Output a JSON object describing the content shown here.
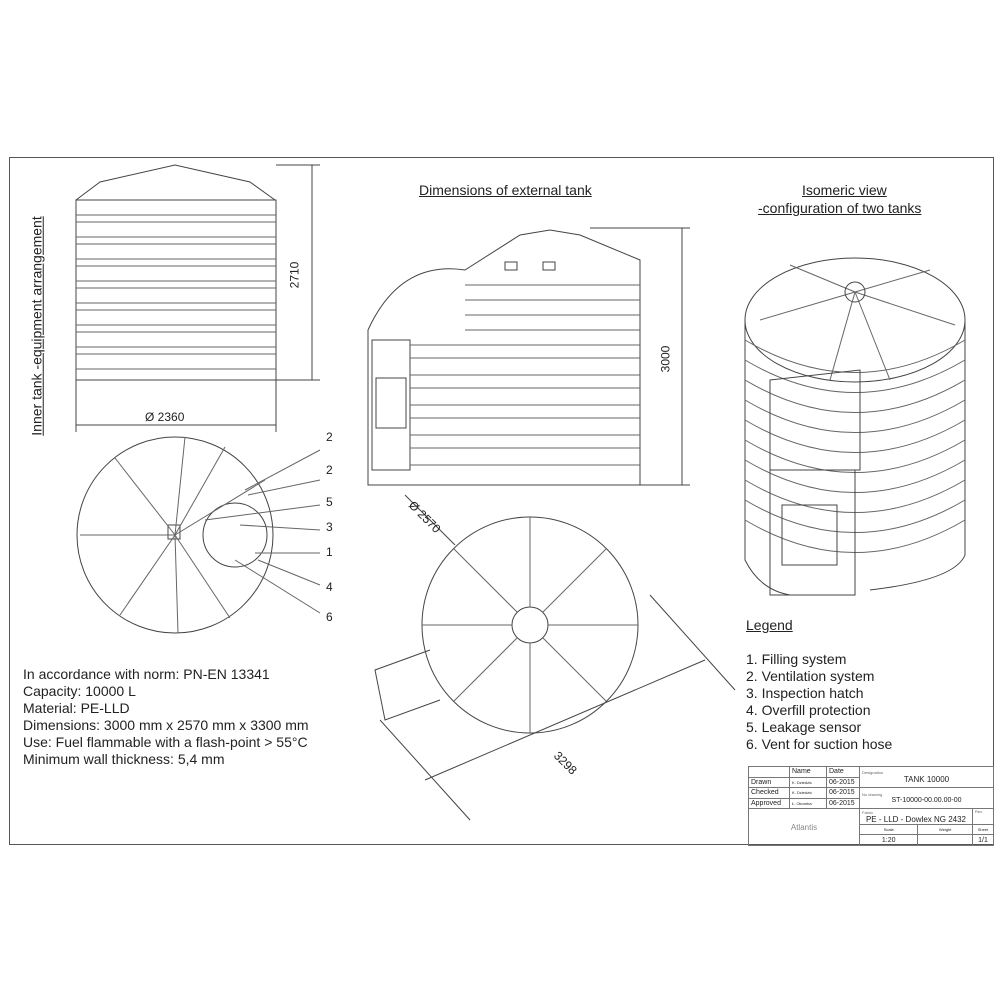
{
  "views": {
    "inner_tank_label": "Inner tank -equipment arrangement",
    "external_title": "Dimensions of external tank",
    "isometric_title_1": "Isomeric view",
    "isometric_title_2": "-configuration of two tanks"
  },
  "dimensions": {
    "inner_height": "2710",
    "inner_diameter": "Ø 2360",
    "external_height": "3000",
    "external_diameter": "Ø 2570",
    "external_length": "3298"
  },
  "callouts": [
    "2",
    "2",
    "5",
    "3",
    "1",
    "4",
    "6"
  ],
  "specs": [
    "In accordance with norm: PN-EN 13341",
    "Capacity: 10000 L",
    "Material: PE-LLD",
    "Dimensions: 3000 mm x 2570 mm x 3300 mm",
    "Use: Fuel flammable with a flash-point > 55°C",
    "Minimum wall thickness: 5,4 mm"
  ],
  "legend": {
    "title": "Legend",
    "items": [
      "1. Filling system",
      "2. Ventilation system",
      "3. Inspection hatch",
      "4. Overfill protection",
      "5. Leakage sensor",
      "6. Vent for suction hose"
    ]
  },
  "title_block": {
    "col_name": "Name",
    "col_date": "Date",
    "rows": [
      {
        "role": "Drawn",
        "name": "K. Dziedzic",
        "date": "06-2015"
      },
      {
        "role": "Checked",
        "name": "K. Dziedzic",
        "date": "06-2015"
      },
      {
        "role": "Approved",
        "name": "Ł. Okomba",
        "date": "06-2015"
      }
    ],
    "designation_label": "Designation",
    "designation": "TANK 10000",
    "drawing_label": "No drawing",
    "drawing_no": "ST-10000-00.00.00-00",
    "fabric_label": "Fabric",
    "fabric": "PE - LLD - Dowlex NG 2432",
    "rev_label": "Rev.",
    "scale_label": "Scale",
    "scale": "1:20",
    "weight_label": "Weight",
    "weight": "",
    "sheet_label": "Sheet",
    "sheet": "1/1",
    "logo": "Atlantis"
  }
}
